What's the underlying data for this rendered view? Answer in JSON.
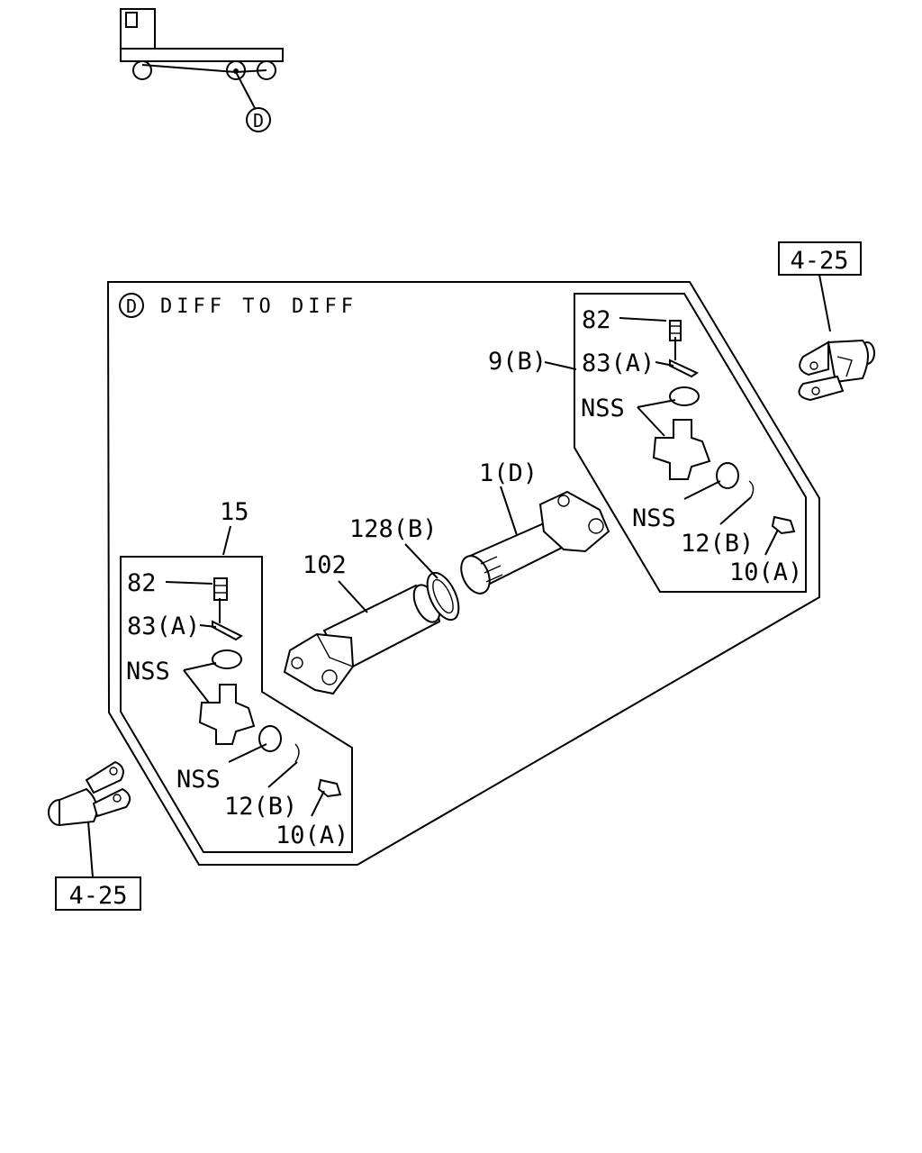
{
  "locator": {
    "callout": "D"
  },
  "section": {
    "circle_letter": "D",
    "title": "DIFF TO DIFF"
  },
  "refs": {
    "top_right": "4-25",
    "bottom_left": "4-25"
  },
  "labels": {
    "r_82": "82",
    "r_9b": "9(B)",
    "r_83a": "83(A)",
    "r_nss1": "NSS",
    "r_nss2": "NSS",
    "r_12b": "12(B)",
    "r_10a": "10(A)",
    "p_1d": "1(D)",
    "p_128b": "128(B)",
    "p_102": "102",
    "l_15": "15",
    "l_82": "82",
    "l_83a": "83(A)",
    "l_nss1": "NSS",
    "l_nss2": "NSS",
    "l_12b": "12(B)",
    "l_10a": "10(A)"
  }
}
